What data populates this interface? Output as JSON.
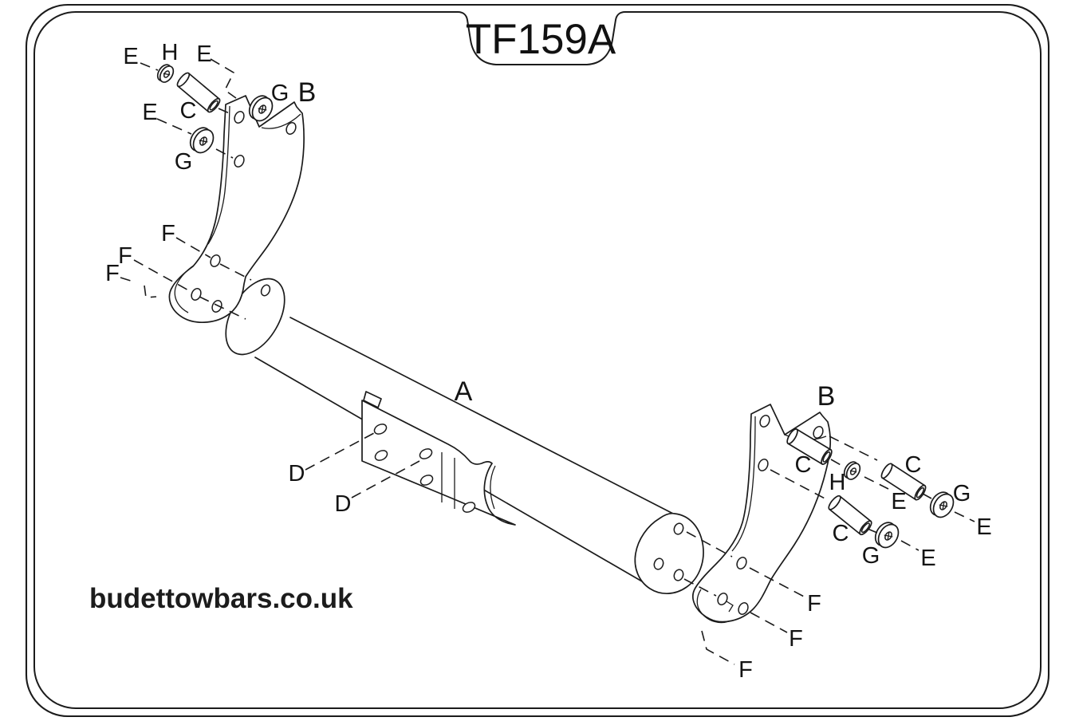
{
  "title": "TF159A",
  "website": "budettowbars.co.uk",
  "colors": {
    "line": "#1b1b1b",
    "background": "#ffffff",
    "text": "#141414"
  },
  "labels": [
    {
      "id": "e-upper-left-1",
      "text": "E"
    },
    {
      "id": "h-upper-left",
      "text": "H"
    },
    {
      "id": "e-upper-left-2",
      "text": "E"
    },
    {
      "id": "c-upper-left",
      "text": "C"
    },
    {
      "id": "e-upper-left-3",
      "text": "E"
    },
    {
      "id": "g-upper-left-1",
      "text": "G"
    },
    {
      "id": "g-upper-left-2",
      "text": "G"
    },
    {
      "id": "b-left-bracket",
      "text": "B"
    },
    {
      "id": "f-left-1",
      "text": "F"
    },
    {
      "id": "f-left-2",
      "text": "F"
    },
    {
      "id": "f-left-3",
      "text": "F"
    },
    {
      "id": "a-main-beam",
      "text": "A"
    },
    {
      "id": "d-plate-1",
      "text": "D"
    },
    {
      "id": "d-plate-2",
      "text": "D"
    },
    {
      "id": "b-right-bracket",
      "text": "B"
    },
    {
      "id": "c-right-1",
      "text": "C"
    },
    {
      "id": "h-right",
      "text": "H"
    },
    {
      "id": "c-right-2",
      "text": "C"
    },
    {
      "id": "e-right-1",
      "text": "E"
    },
    {
      "id": "g-right-1",
      "text": "G"
    },
    {
      "id": "e-right-2",
      "text": "E"
    },
    {
      "id": "c-right-3",
      "text": "C"
    },
    {
      "id": "g-right-2",
      "text": "G"
    },
    {
      "id": "e-right-3",
      "text": "E"
    },
    {
      "id": "f-right-1",
      "text": "F"
    },
    {
      "id": "f-right-2",
      "text": "F"
    },
    {
      "id": "f-right-3",
      "text": "F"
    }
  ]
}
